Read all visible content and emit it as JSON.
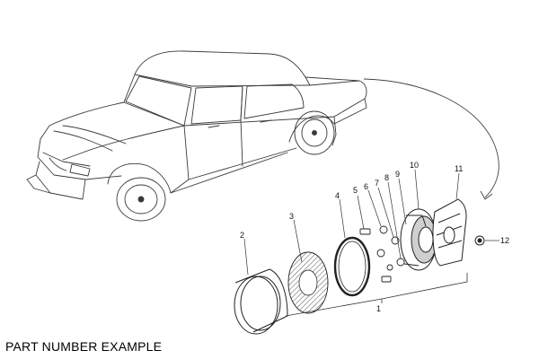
{
  "caption": "PART NUMBER EXAMPLE",
  "callouts": [
    "1",
    "2",
    "3",
    "4",
    "5",
    "6",
    "7",
    "8",
    "9",
    "10",
    "11",
    "12"
  ],
  "colors": {
    "line": "#2a2a2a",
    "light_line": "#8a8a8a",
    "background": "#ffffff"
  }
}
